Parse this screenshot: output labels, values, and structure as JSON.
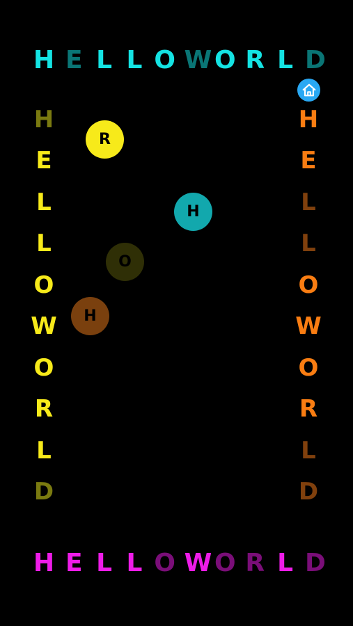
{
  "board": {
    "top_row": [
      {
        "char": "H",
        "color": "#14e3e3"
      },
      {
        "char": "E",
        "color": "#0a7575"
      },
      {
        "char": "L",
        "color": "#14e3e3"
      },
      {
        "char": "L",
        "color": "#14e3e3"
      },
      {
        "char": "O",
        "color": "#14e3e3"
      },
      {
        "char": "W",
        "color": "#0a7575"
      },
      {
        "char": "O",
        "color": "#14e3e3"
      },
      {
        "char": "R",
        "color": "#14e3e3"
      },
      {
        "char": "L",
        "color": "#14e3e3"
      },
      {
        "char": "D",
        "color": "#0a7575"
      }
    ],
    "left_col": [
      {
        "char": "H",
        "color": "#7a7a10"
      },
      {
        "char": "E",
        "color": "#f7ea1a"
      },
      {
        "char": "L",
        "color": "#f7ea1a"
      },
      {
        "char": "L",
        "color": "#f7ea1a"
      },
      {
        "char": "O",
        "color": "#f7ea1a"
      },
      {
        "char": "W",
        "color": "#f7ea1a"
      },
      {
        "char": "O",
        "color": "#f7ea1a"
      },
      {
        "char": "R",
        "color": "#f7ea1a"
      },
      {
        "char": "L",
        "color": "#f7ea1a"
      },
      {
        "char": "D",
        "color": "#7a7a10"
      }
    ],
    "right_col": [
      {
        "char": "H",
        "color": "#f97d12"
      },
      {
        "char": "E",
        "color": "#f97d12"
      },
      {
        "char": "L",
        "color": "#80400d"
      },
      {
        "char": "L",
        "color": "#80400d"
      },
      {
        "char": "O",
        "color": "#f97d12"
      },
      {
        "char": "W",
        "color": "#f97d12"
      },
      {
        "char": "O",
        "color": "#f97d12"
      },
      {
        "char": "R",
        "color": "#f97d12"
      },
      {
        "char": "L",
        "color": "#80400d"
      },
      {
        "char": "D",
        "color": "#80400d"
      }
    ],
    "bottom_row": [
      {
        "char": "H",
        "color": "#ee1ce8"
      },
      {
        "char": "E",
        "color": "#ee1ce8"
      },
      {
        "char": "L",
        "color": "#ee1ce8"
      },
      {
        "char": "L",
        "color": "#ee1ce8"
      },
      {
        "char": "O",
        "color": "#7a0e78"
      },
      {
        "char": "W",
        "color": "#ee1ce8"
      },
      {
        "char": "O",
        "color": "#7a0e78"
      },
      {
        "char": "R",
        "color": "#7a0e78"
      },
      {
        "char": "L",
        "color": "#ee1ce8"
      },
      {
        "char": "D",
        "color": "#7a0e78"
      }
    ]
  },
  "balls": [
    {
      "char": "R",
      "color": "#f7ea1a"
    },
    {
      "char": "H",
      "color": "#12a8ad"
    },
    {
      "char": "O",
      "color": "#2f2f06"
    },
    {
      "char": "H",
      "color": "#7a400e"
    }
  ],
  "home_button": {
    "icon": "home-icon",
    "color": "#29a8f3"
  }
}
